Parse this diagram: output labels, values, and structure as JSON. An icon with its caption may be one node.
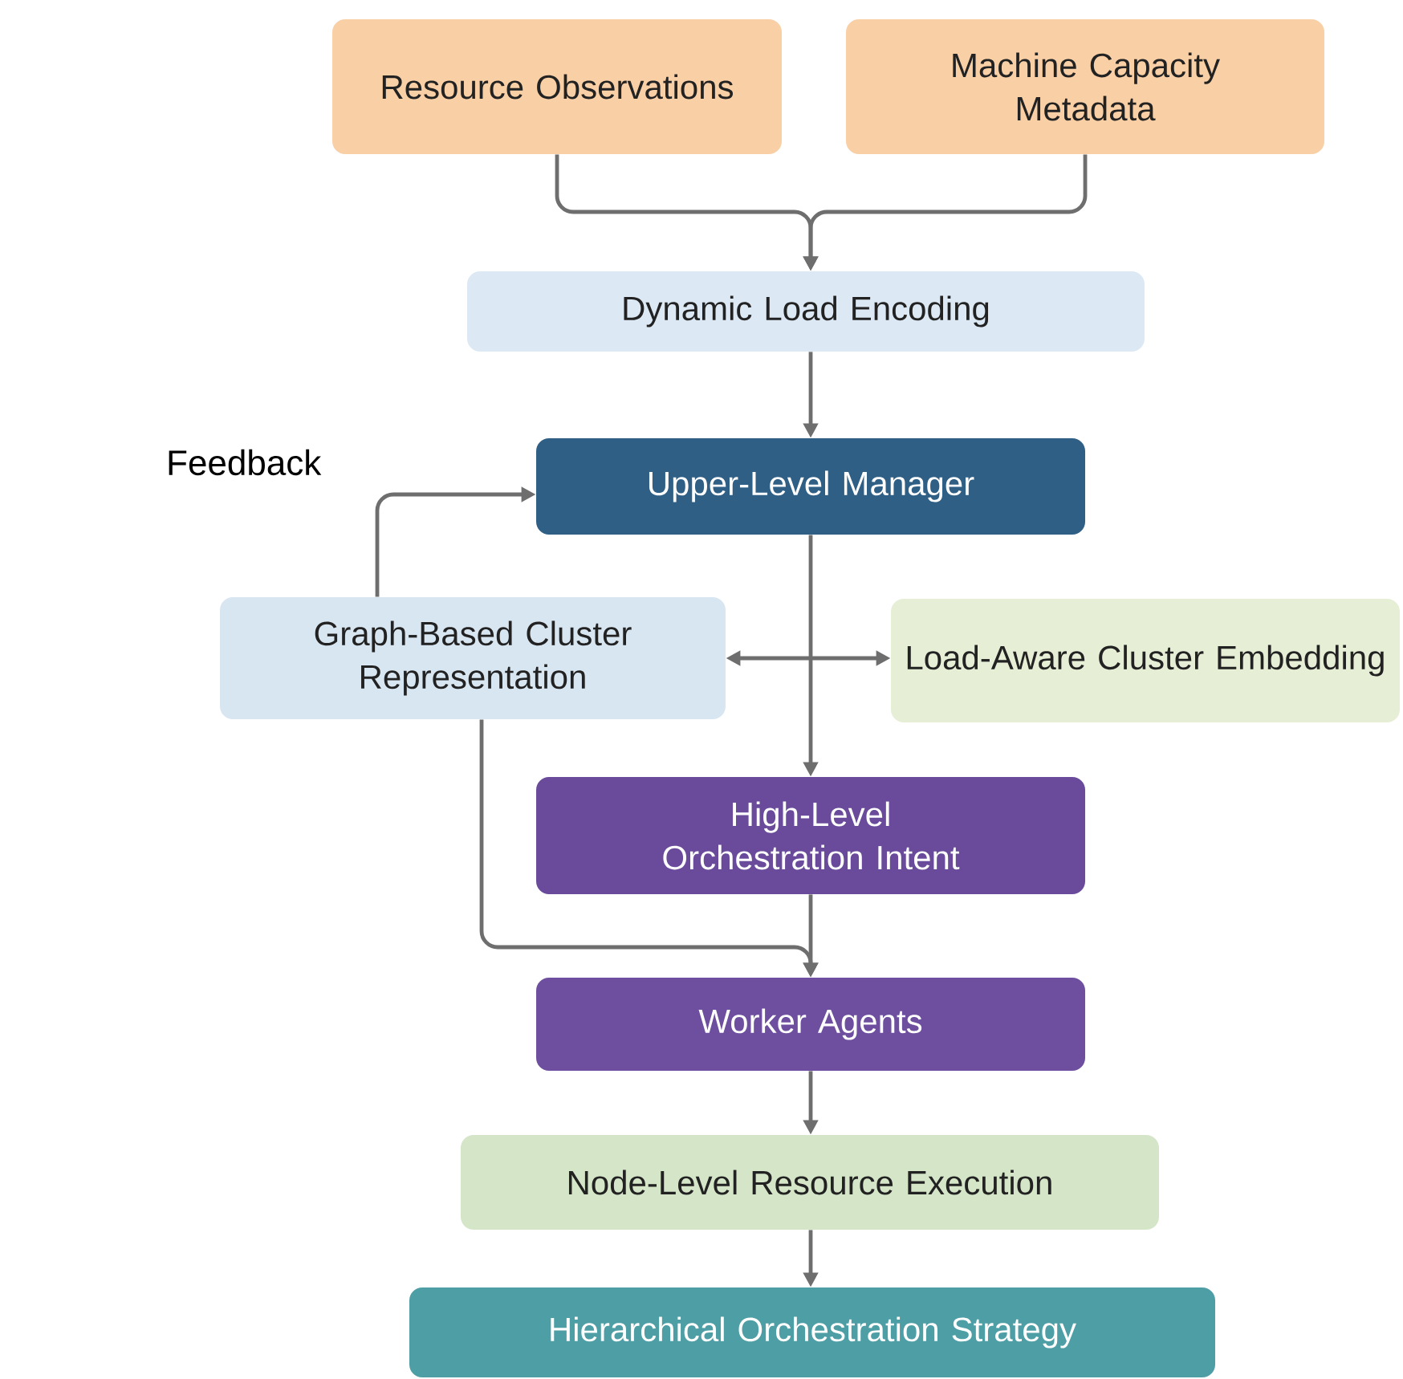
{
  "diagram": {
    "nodes": [
      {
        "text": [
          "Resource Observations"
        ]
      },
      {
        "text": [
          "Machine Capacity Metadata"
        ]
      },
      {
        "text": [
          "Dynamic Load Encoding"
        ]
      },
      {
        "text": [
          "Upper-Level Manager"
        ]
      },
      {
        "text": [
          "Graph-Based Cluster Representation"
        ]
      },
      {
        "text": [
          "Load-Aware Cluster Embedding"
        ]
      },
      {
        "text": [
          "High-Level Orchestration Intent"
        ]
      },
      {
        "text": [
          "Worker Agents"
        ]
      },
      {
        "text": [
          "Node-Level Resource Execution"
        ]
      },
      {
        "text": [
          "Hierarchical Orchestration Strategy"
        ]
      }
    ],
    "edges": [
      {
        "from": 0,
        "to": 2,
        "arrow": "to"
      },
      {
        "from": 1,
        "to": 2,
        "arrow": "to"
      },
      {
        "from": 2,
        "to": 3,
        "arrow": "to"
      },
      {
        "from": 3,
        "to": 6,
        "arrow": "to"
      },
      {
        "from": 4,
        "to": 5,
        "arrow": "both"
      },
      {
        "from": 4,
        "to": 3,
        "arrow": "to"
      },
      {
        "from": 6,
        "to": 7,
        "arrow": "to"
      },
      {
        "from": 4,
        "to": 7,
        "arrow": "to"
      },
      {
        "from": 7,
        "to": 8,
        "arrow": "to"
      },
      {
        "from": 8,
        "to": 9,
        "arrow": "to"
      }
    ],
    "labels": [
      "Feedback"
    ]
  }
}
